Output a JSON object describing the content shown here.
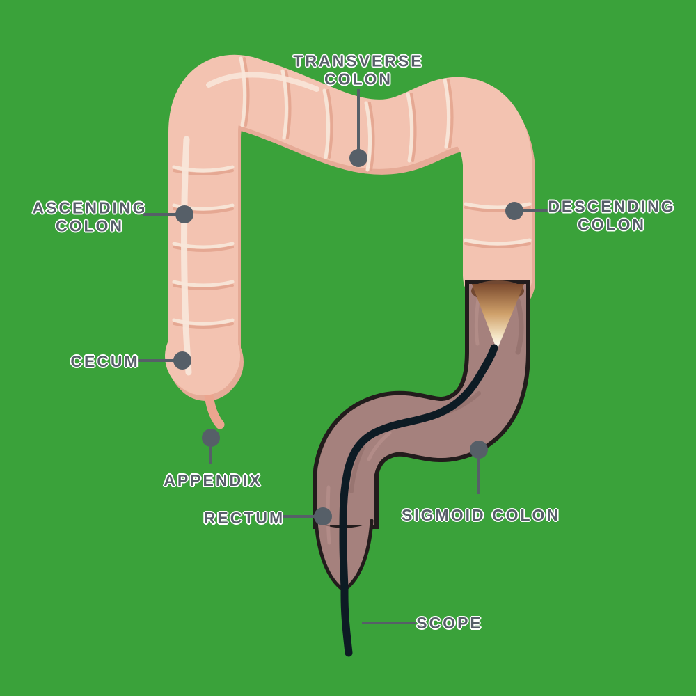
{
  "labels": {
    "transverse_colon": {
      "line1": "TRANSVERSE",
      "line2": "COLON"
    },
    "ascending_colon": {
      "line1": "ASCENDING",
      "line2": "COLON"
    },
    "descending_colon": {
      "line1": "DESCENDING",
      "line2": "COLON"
    },
    "cecum": {
      "text": "CECUM"
    },
    "appendix": {
      "text": "APPENDIX"
    },
    "rectum": {
      "text": "RECTUM"
    },
    "sigmoid_colon": {
      "text": "SIGMOID COLON"
    },
    "scope": {
      "text": "SCOPE"
    }
  },
  "colors": {
    "background": "#3aa23a",
    "colon_pink": "#f3c3b1",
    "colon_pink_shadow": "#e6ab97",
    "colon_highlight": "#f8e6d9",
    "examined_colon": "#a5817d",
    "examined_colon_shadow": "#8c6a66",
    "examined_outline": "#221c1c",
    "scope_tube": "#0d1b24",
    "light_beam_bright": "#ffffff",
    "light_beam_warm": "#cfa06a",
    "label_text": "#565f68",
    "connector": "#565f68"
  }
}
